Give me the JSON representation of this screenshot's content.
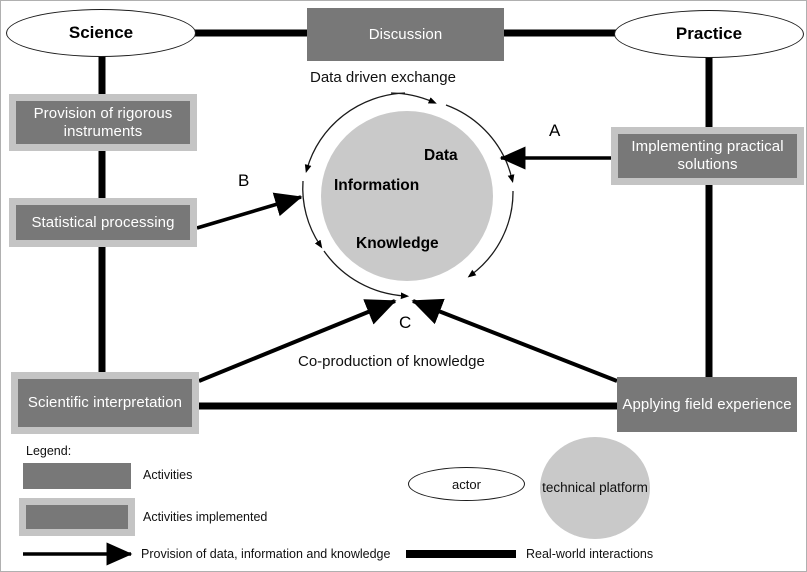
{
  "diagram": {
    "actors": [
      {
        "id": "science",
        "label": "Science"
      },
      {
        "id": "practice",
        "label": "Practice"
      }
    ],
    "activities": [
      {
        "id": "discussion",
        "label": "Discussion",
        "type": "activity"
      },
      {
        "id": "provision",
        "label": "Provision of rigorous instruments",
        "type": "activity-implemented"
      },
      {
        "id": "statistical",
        "label": "Statistical processing",
        "type": "activity-implemented"
      },
      {
        "id": "scientific",
        "label": "Scientific interpretation",
        "type": "activity-implemented"
      },
      {
        "id": "implementing",
        "label": "Implementing practical solutions",
        "type": "activity-implemented"
      },
      {
        "id": "applying",
        "label": "Applying field experience",
        "type": "activity"
      }
    ],
    "platform": {
      "id": "technical-platform",
      "layers": [
        "Data",
        "Information",
        "Knowledge"
      ]
    },
    "annotations": [
      {
        "id": "data-driven-exchange",
        "label": "Data driven exchange"
      },
      {
        "id": "co-production",
        "label": "Co-production of knowledge"
      }
    ],
    "flow_letters": [
      {
        "id": "flow-a",
        "label": "A"
      },
      {
        "id": "flow-b",
        "label": "B"
      },
      {
        "id": "flow-c",
        "label": "C"
      }
    ]
  },
  "legend": {
    "title": "Legend:",
    "entries": [
      {
        "id": "activities",
        "label": "Activities"
      },
      {
        "id": "activities-implemented",
        "label": "Activities implemented"
      },
      {
        "id": "actor",
        "label": "actor"
      },
      {
        "id": "technical-platform",
        "label": "technical platform"
      },
      {
        "id": "provision-arrow",
        "label": "Provision of data, information and knowledge"
      },
      {
        "id": "real-world",
        "label": "Real-world interactions"
      }
    ]
  },
  "colors": {
    "activity_fill": "#787878",
    "implemented_border": "#c4c4c4",
    "platform_fill": "#c9c9c9",
    "line": "#000000",
    "text_on_fill": "#ffffff"
  }
}
